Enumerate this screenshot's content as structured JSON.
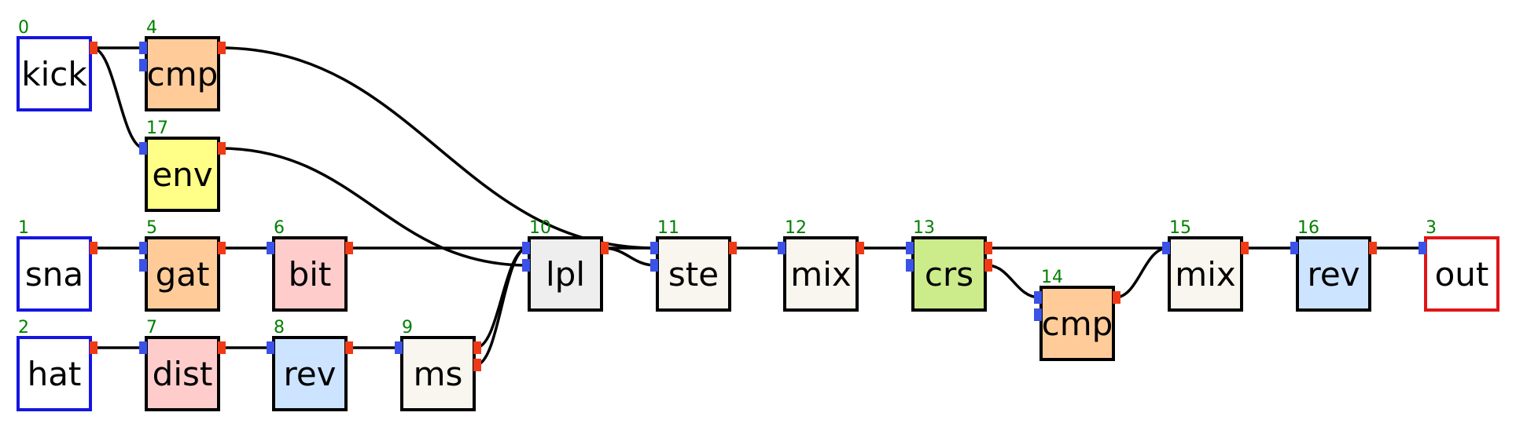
{
  "colors": {
    "input_port": "#3a52e8",
    "output_port": "#f03a16",
    "io_input_border": "#1515e0",
    "io_output_border": "#e01515",
    "node_border": "#000000",
    "id_text": "#008000",
    "wire": "#000000"
  },
  "nodes": [
    {
      "id": "0",
      "label": "kick",
      "kind": "input-io",
      "fill": "#ffffff",
      "inputs": 0,
      "outputs": 1
    },
    {
      "id": "4",
      "label": "cmp",
      "kind": "module",
      "fill": "#ffcc99",
      "inputs": 2,
      "outputs": 1
    },
    {
      "id": "17",
      "label": "env",
      "kind": "module",
      "fill": "#ffff88",
      "inputs": 1,
      "outputs": 1
    },
    {
      "id": "1",
      "label": "sna",
      "kind": "input-io",
      "fill": "#ffffff",
      "inputs": 0,
      "outputs": 1
    },
    {
      "id": "5",
      "label": "gat",
      "kind": "module",
      "fill": "#ffcc99",
      "inputs": 2,
      "outputs": 1
    },
    {
      "id": "6",
      "label": "bit",
      "kind": "module",
      "fill": "#ffcccc",
      "inputs": 1,
      "outputs": 1
    },
    {
      "id": "10",
      "label": "lpl",
      "kind": "module",
      "fill": "#eeeeee",
      "inputs": 2,
      "outputs": 1
    },
    {
      "id": "11",
      "label": "ste",
      "kind": "module",
      "fill": "#f8f6ee",
      "inputs": 2,
      "outputs": 1
    },
    {
      "id": "12",
      "label": "mix",
      "kind": "module",
      "fill": "#f8f6ee",
      "inputs": 1,
      "outputs": 1
    },
    {
      "id": "13",
      "label": "crs",
      "kind": "module",
      "fill": "#ccec8c",
      "inputs": 2,
      "outputs": 2
    },
    {
      "id": "14",
      "label": "cmp",
      "kind": "module",
      "fill": "#ffcc99",
      "inputs": 2,
      "outputs": 1
    },
    {
      "id": "15",
      "label": "mix",
      "kind": "module",
      "fill": "#f8f6ee",
      "inputs": 1,
      "outputs": 1
    },
    {
      "id": "16",
      "label": "rev",
      "kind": "module",
      "fill": "#cce4ff",
      "inputs": 1,
      "outputs": 1
    },
    {
      "id": "3",
      "label": "out",
      "kind": "output-io",
      "fill": "#ffffff",
      "inputs": 1,
      "outputs": 0
    },
    {
      "id": "2",
      "label": "hat",
      "kind": "input-io",
      "fill": "#ffffff",
      "inputs": 0,
      "outputs": 1
    },
    {
      "id": "7",
      "label": "dist",
      "kind": "module",
      "fill": "#ffcccc",
      "inputs": 1,
      "outputs": 1
    },
    {
      "id": "8",
      "label": "rev",
      "kind": "module",
      "fill": "#cce4ff",
      "inputs": 1,
      "outputs": 1
    },
    {
      "id": "9",
      "label": "ms",
      "kind": "module",
      "fill": "#f8f6ee",
      "inputs": 1,
      "outputs": 2
    }
  ],
  "connections": [
    {
      "from": "0",
      "from_port": 0,
      "to": "4",
      "to_port": 0
    },
    {
      "from": "0",
      "from_port": 0,
      "to": "17",
      "to_port": 0
    },
    {
      "from": "4",
      "from_port": 0,
      "to": "11",
      "to_port": 0
    },
    {
      "from": "17",
      "from_port": 0,
      "to": "10",
      "to_port": 1
    },
    {
      "from": "1",
      "from_port": 0,
      "to": "5",
      "to_port": 0
    },
    {
      "from": "5",
      "from_port": 0,
      "to": "6",
      "to_port": 0
    },
    {
      "from": "6",
      "from_port": 0,
      "to": "10",
      "to_port": 0
    },
    {
      "from": "10",
      "from_port": 0,
      "to": "11",
      "to_port": 0
    },
    {
      "from": "10",
      "from_port": 0,
      "to": "11",
      "to_port": 1
    },
    {
      "from": "11",
      "from_port": 0,
      "to": "12",
      "to_port": 0
    },
    {
      "from": "12",
      "from_port": 0,
      "to": "13",
      "to_port": 0
    },
    {
      "from": "13",
      "from_port": 0,
      "to": "15",
      "to_port": 0
    },
    {
      "from": "13",
      "from_port": 1,
      "to": "14",
      "to_port": 0
    },
    {
      "from": "14",
      "from_port": 0,
      "to": "15",
      "to_port": 0
    },
    {
      "from": "15",
      "from_port": 0,
      "to": "16",
      "to_port": 0
    },
    {
      "from": "16",
      "from_port": 0,
      "to": "3",
      "to_port": 0
    },
    {
      "from": "2",
      "from_port": 0,
      "to": "7",
      "to_port": 0
    },
    {
      "from": "7",
      "from_port": 0,
      "to": "8",
      "to_port": 0
    },
    {
      "from": "8",
      "from_port": 0,
      "to": "9",
      "to_port": 0
    },
    {
      "from": "9",
      "from_port": 0,
      "to": "10",
      "to_port": 0
    },
    {
      "from": "9",
      "from_port": 1,
      "to": "10",
      "to_port": 0
    }
  ]
}
